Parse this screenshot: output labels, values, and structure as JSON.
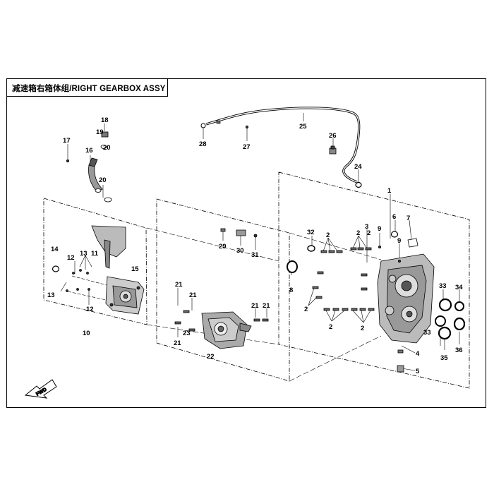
{
  "title": "减速箱右箱体组/RIGHT GEARBOX ASSY",
  "fwd_label": "FWD",
  "callouts": [
    {
      "id": "c1",
      "text": "1"
    },
    {
      "id": "c2a",
      "text": "2"
    },
    {
      "id": "c2b",
      "text": "2"
    },
    {
      "id": "c2c",
      "text": "2"
    },
    {
      "id": "c2d",
      "text": "2"
    },
    {
      "id": "c2e",
      "text": "2"
    },
    {
      "id": "c2f",
      "text": "2"
    },
    {
      "id": "c3",
      "text": "3"
    },
    {
      "id": "c4",
      "text": "4"
    },
    {
      "id": "c5",
      "text": "5"
    },
    {
      "id": "c6",
      "text": "6"
    },
    {
      "id": "c7",
      "text": "7"
    },
    {
      "id": "c8",
      "text": "8"
    },
    {
      "id": "c9a",
      "text": "9"
    },
    {
      "id": "c9b",
      "text": "9"
    },
    {
      "id": "c10",
      "text": "10"
    },
    {
      "id": "c11",
      "text": "11"
    },
    {
      "id": "c12a",
      "text": "12"
    },
    {
      "id": "c12b",
      "text": "12"
    },
    {
      "id": "c13a",
      "text": "13"
    },
    {
      "id": "c13b",
      "text": "13"
    },
    {
      "id": "c14",
      "text": "14"
    },
    {
      "id": "c15",
      "text": "15"
    },
    {
      "id": "c16",
      "text": "16"
    },
    {
      "id": "c17",
      "text": "17"
    },
    {
      "id": "c18",
      "text": "18"
    },
    {
      "id": "c19",
      "text": "19"
    },
    {
      "id": "c20a",
      "text": "20"
    },
    {
      "id": "c20b",
      "text": "20"
    },
    {
      "id": "c21a",
      "text": "21"
    },
    {
      "id": "c21b",
      "text": "21"
    },
    {
      "id": "c21c",
      "text": "21"
    },
    {
      "id": "c21d",
      "text": "21"
    },
    {
      "id": "c21e",
      "text": "21"
    },
    {
      "id": "c22",
      "text": "22"
    },
    {
      "id": "c23",
      "text": "23"
    },
    {
      "id": "c24",
      "text": "24"
    },
    {
      "id": "c25",
      "text": "25"
    },
    {
      "id": "c26",
      "text": "26"
    },
    {
      "id": "c27",
      "text": "27"
    },
    {
      "id": "c28",
      "text": "28"
    },
    {
      "id": "c29",
      "text": "29"
    },
    {
      "id": "c30",
      "text": "30"
    },
    {
      "id": "c31",
      "text": "31"
    },
    {
      "id": "c32",
      "text": "32"
    },
    {
      "id": "c33a",
      "text": "33"
    },
    {
      "id": "c33b",
      "text": "33"
    },
    {
      "id": "c34",
      "text": "34"
    },
    {
      "id": "c35",
      "text": "35"
    },
    {
      "id": "c36",
      "text": "36"
    }
  ]
}
